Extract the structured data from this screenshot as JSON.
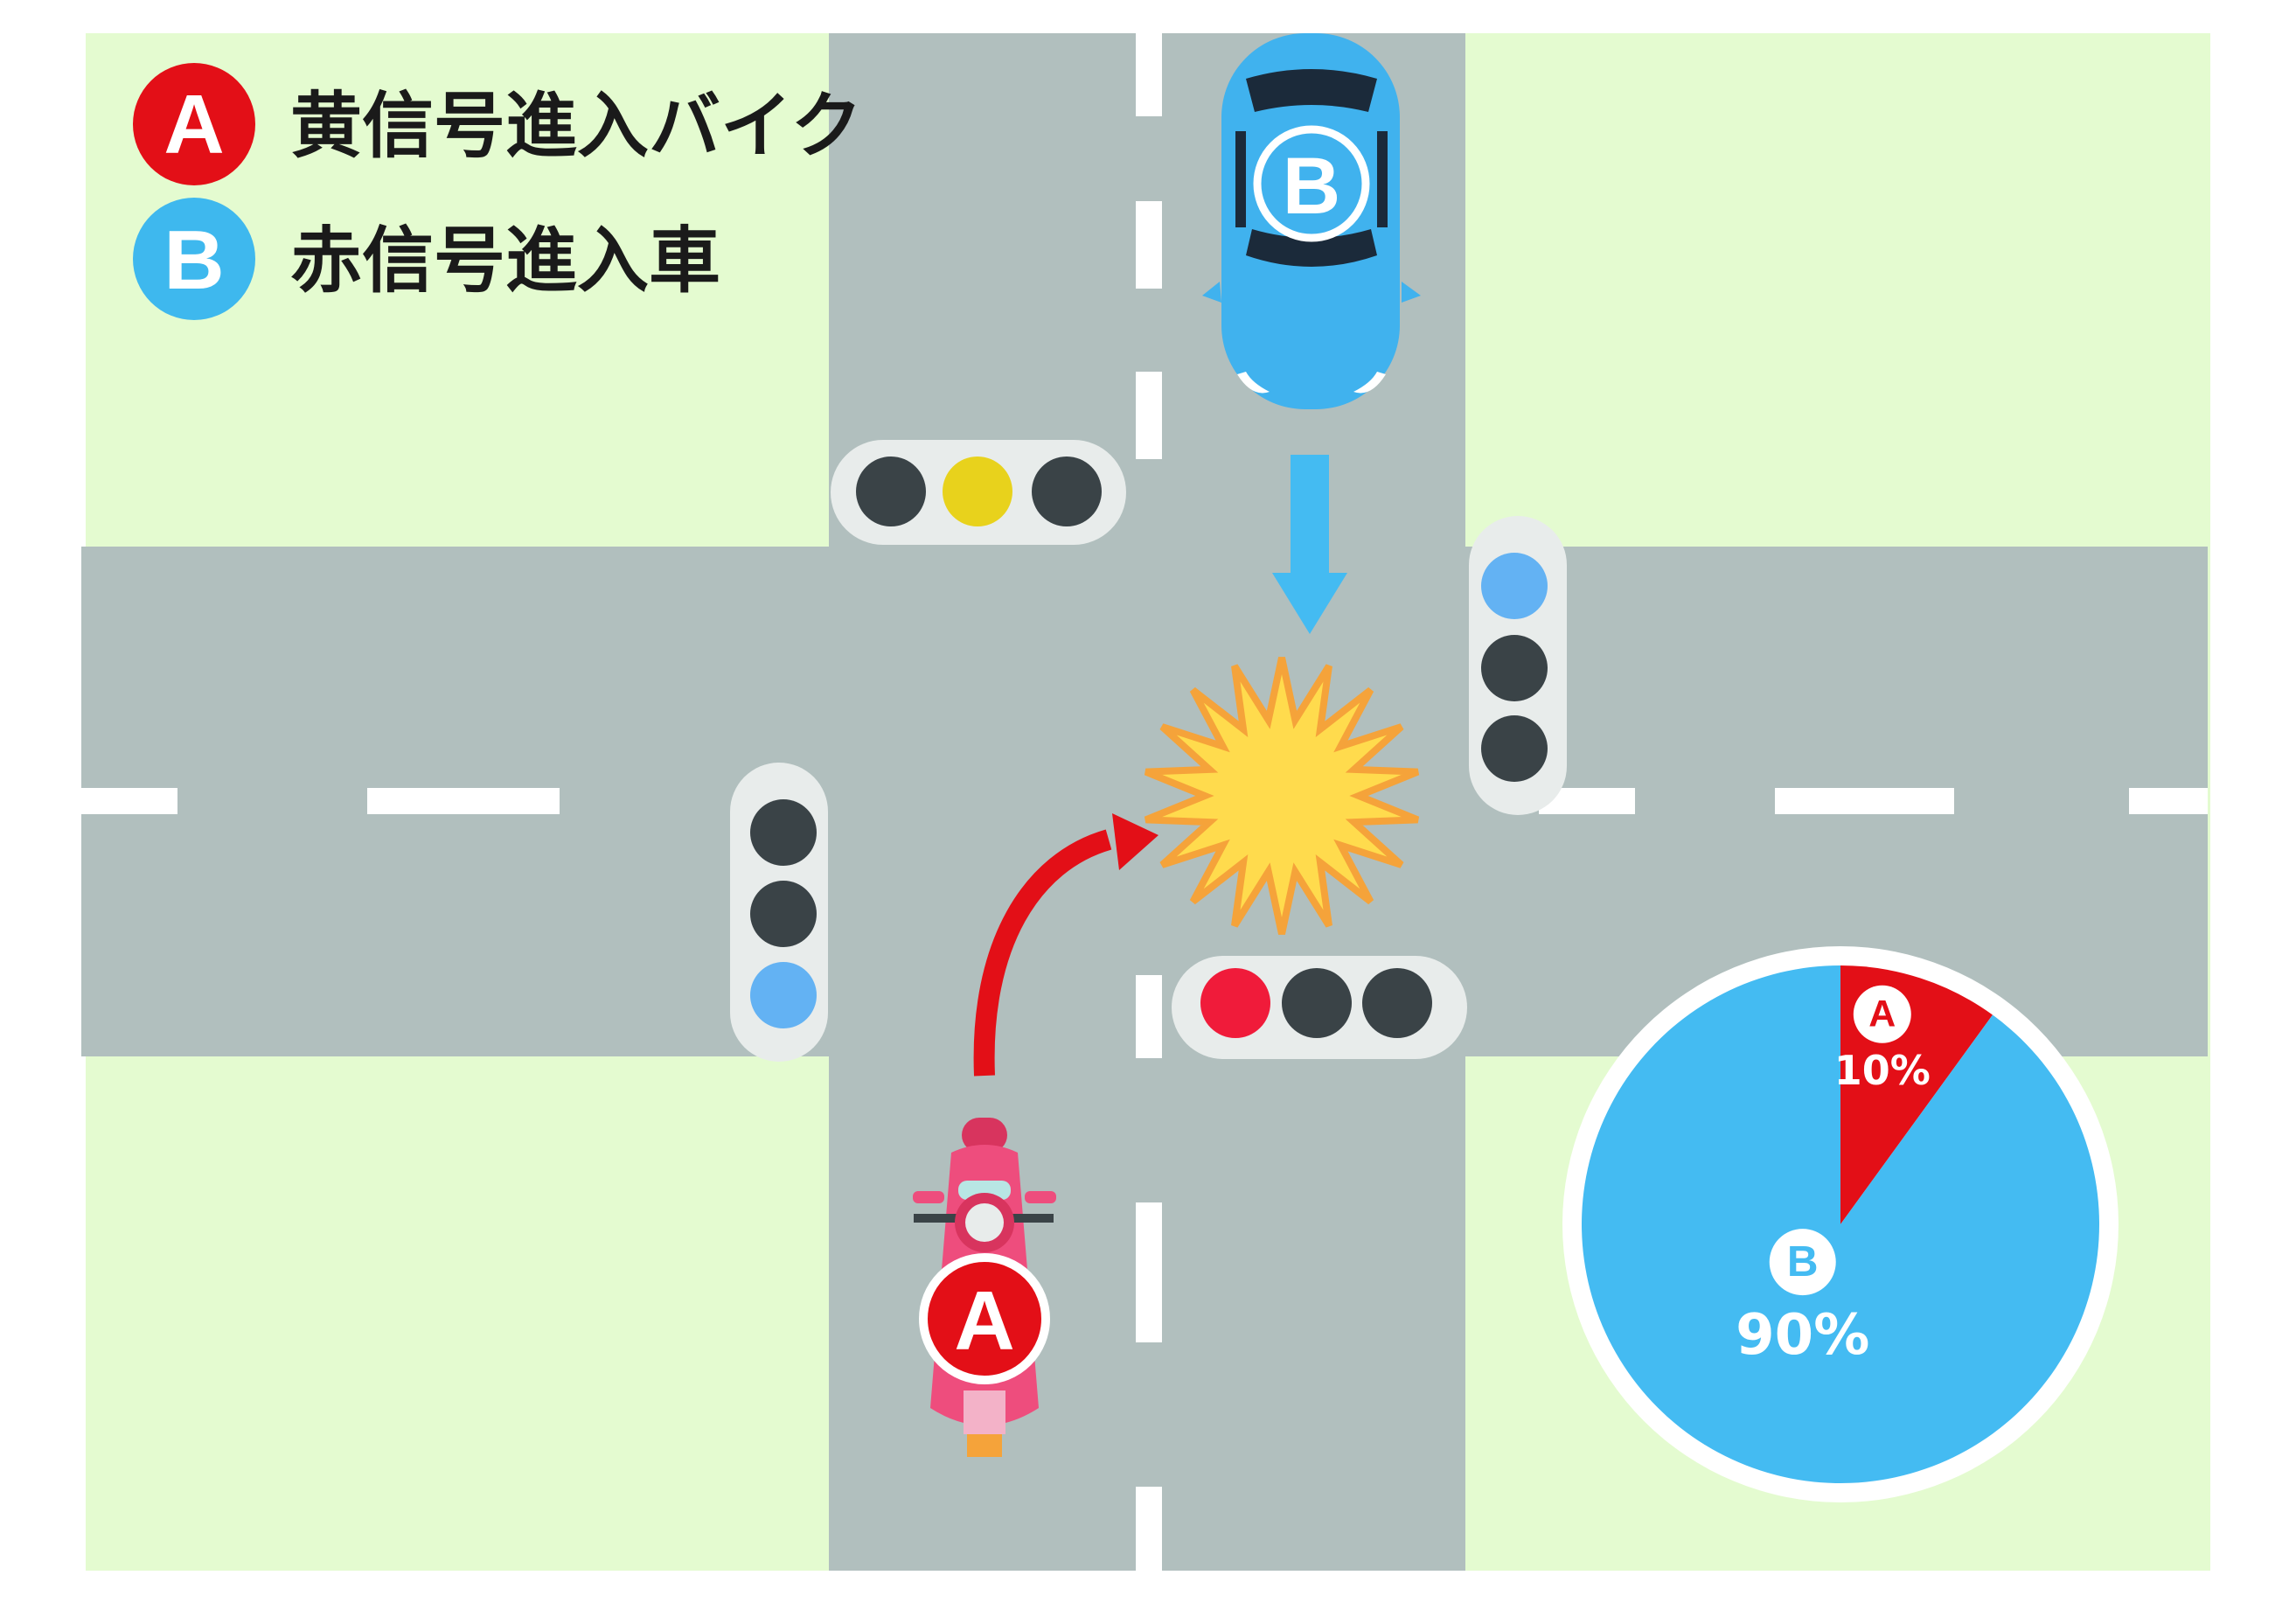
{
  "legend": [
    {
      "badge": "A",
      "label": "黄信号進入バイク",
      "color": "#e30f17"
    },
    {
      "badge": "B",
      "label": "赤信号進入車",
      "color": "#3eb8ee"
    }
  ],
  "vehicles": {
    "car_badge": "B",
    "bike_badge": "A"
  },
  "signals": {
    "top": "yellow",
    "right": "blue",
    "left": "blue",
    "bottom": "red"
  },
  "colors": {
    "grass": "#e4fbd0",
    "road": "#b1bfbe",
    "lane_mark": "#ffffff",
    "badge_a": "#e30f17",
    "badge_b": "#3eb8ee",
    "signal_off": "#3a4347",
    "signal_yellow": "#e8d21c",
    "signal_blue": "#63b2f3",
    "signal_red": "#f01b3a",
    "collision": "#ffdb4d",
    "collision_outline": "#f5a33a"
  },
  "chart_data": {
    "type": "pie",
    "slices": [
      {
        "label": "A",
        "value": 10,
        "display": "10%",
        "color": "#e30f17"
      },
      {
        "label": "B",
        "value": 90,
        "display": "90%",
        "color": "#44bbf2"
      }
    ]
  }
}
